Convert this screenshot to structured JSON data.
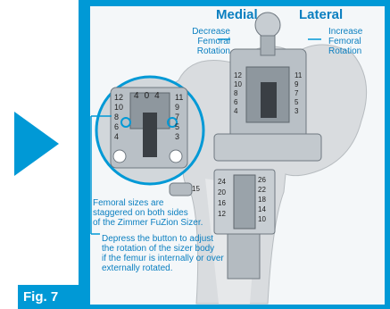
{
  "labels": {
    "medial": "Medial",
    "lateral": "Lateral",
    "decrease": "Decrease\nFemoral\nRotation",
    "increase": "Increase\nFemoral\nRotation",
    "sizes_note": "Femoral sizes are\nstaggered on both sides\nof the Zimmer FuZion Sizer.",
    "depress_note": "Depress the button to adjust\nthe rotation of the sizer body\nif the femur is internally or over\nexternally rotated.",
    "fig": "Fig. 7"
  },
  "scale": {
    "left": [
      "12",
      "10",
      "8",
      "6",
      "4"
    ],
    "right": [
      "11",
      "9",
      "7",
      "5",
      "3"
    ],
    "top": [
      "4",
      "0",
      "4"
    ],
    "bottom_left": [
      "24",
      "20",
      "16",
      "12"
    ],
    "bottom_right": [
      "26",
      "22",
      "18",
      "14",
      "10"
    ],
    "side_tick": "15"
  },
  "colors": {
    "accent": "#0099d6",
    "text": "#0a7fc0",
    "bone": "#d9dcdf",
    "metal": "#9aa3aa"
  }
}
